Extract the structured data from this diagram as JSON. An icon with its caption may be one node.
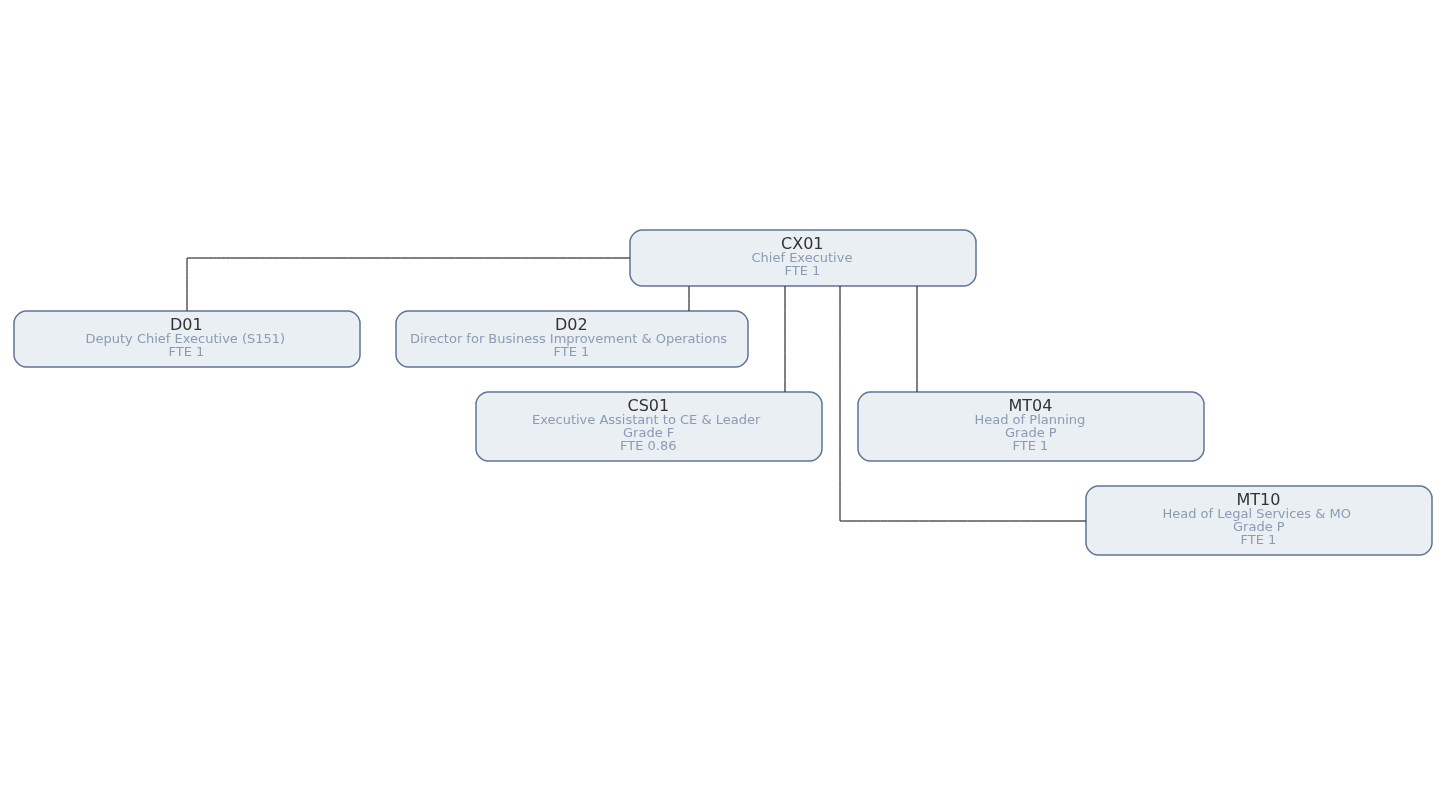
{
  "diagram": {
    "nodes": [
      {
        "text": [
          "CX01",
          "Chief Executive",
          "FTE 1"
        ]
      },
      {
        "text": [
          "D01",
          "Deputy Chief Executive (S151)",
          "FTE 1"
        ]
      },
      {
        "text": [
          "D02",
          "Director for Business Improvement & Operations",
          "FTE 1"
        ]
      },
      {
        "text": [
          "CS01",
          "Executive Assistant to CE & Leader",
          "Grade F",
          "FTE 0.86"
        ]
      },
      {
        "text": [
          "MT04",
          "Head of Planning",
          "Grade P",
          "FTE 1"
        ]
      },
      {
        "text": [
          "MT10",
          "Head of Legal Services & MO",
          "Grade P",
          "FTE 1"
        ]
      }
    ],
    "edges": [
      {
        "from": 0,
        "to": 1,
        "arrow": "none"
      },
      {
        "from": 0,
        "to": 2,
        "arrow": "none"
      },
      {
        "from": 0,
        "to": 3,
        "arrow": "none"
      },
      {
        "from": 0,
        "to": 4,
        "arrow": "none"
      },
      {
        "from": 0,
        "to": 5,
        "arrow": "none"
      }
    ]
  }
}
